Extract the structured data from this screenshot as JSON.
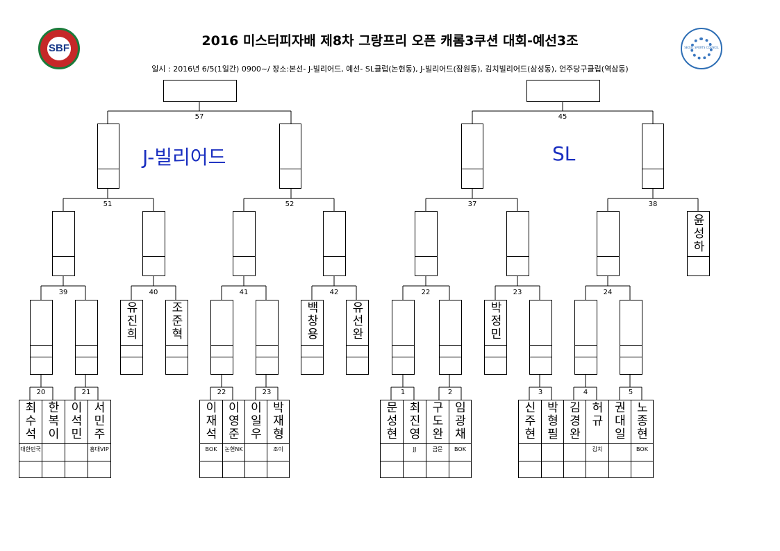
{
  "header": {
    "title": "2016 미스터피자배 제8차 그랑프리 오픈 캐롬3쿠션 대회-예선3조",
    "subtitle": "일시 : 2016년 6/5(1일간) 0900~/ 장소:본선- J-빌리어드, 예선- SL클럽(논현동), J-빌리어드(잠원동), 김치빌리어드(삼성동), 언주당구클럽(역삼동)",
    "logo_left": "SBF",
    "logo_right": "SEOUL SPORTS COUNCIL"
  },
  "venues": {
    "left": "J-빌리어드",
    "right": "SL"
  },
  "match_numbers": {
    "m57": "57",
    "m45": "45",
    "m51": "51",
    "m52": "52",
    "m37": "37",
    "m38": "38",
    "m39": "39",
    "m40": "40",
    "m41": "41",
    "m42": "42",
    "m22b": "22",
    "m23b": "23",
    "m24": "24",
    "m20": "20",
    "m21": "21",
    "m22": "22",
    "m23": "23",
    "m1": "1",
    "m2": "2",
    "m3": "3",
    "m4": "4",
    "m5": "5"
  },
  "seeded": {
    "p38b": "윤성하",
    "p40a": "유진희",
    "p40b": "조준혁",
    "p42a": "백창용",
    "p42b": "유선완",
    "p23a": "박정민"
  },
  "groups": {
    "g1": {
      "players": [
        {
          "name": "최수석",
          "aff": "대한민국"
        },
        {
          "name": "한복이",
          "aff": ""
        },
        {
          "name": "이석민",
          "aff": ""
        },
        {
          "name": "서민주",
          "aff": "홍대VIP"
        }
      ]
    },
    "g2": {
      "players": [
        {
          "name": "이재석",
          "aff": "BOK"
        },
        {
          "name": "이영준",
          "aff": "논현NK"
        },
        {
          "name": "이일우",
          "aff": ""
        },
        {
          "name": "박재형",
          "aff": "조이"
        }
      ]
    },
    "g3": {
      "players": [
        {
          "name": "문성현",
          "aff": ""
        },
        {
          "name": "최진영",
          "aff": "JJ"
        },
        {
          "name": "구도완",
          "aff": "금문"
        },
        {
          "name": "임광채",
          "aff": "BOK"
        }
      ]
    },
    "g4": {
      "players": [
        {
          "name": "신주현",
          "aff": ""
        },
        {
          "name": "박형필",
          "aff": ""
        },
        {
          "name": "김경완",
          "aff": ""
        },
        {
          "name": "허 규",
          "aff": "김치"
        },
        {
          "name": "권대일",
          "aff": ""
        },
        {
          "name": "노종현",
          "aff": "BOK"
        }
      ]
    }
  }
}
